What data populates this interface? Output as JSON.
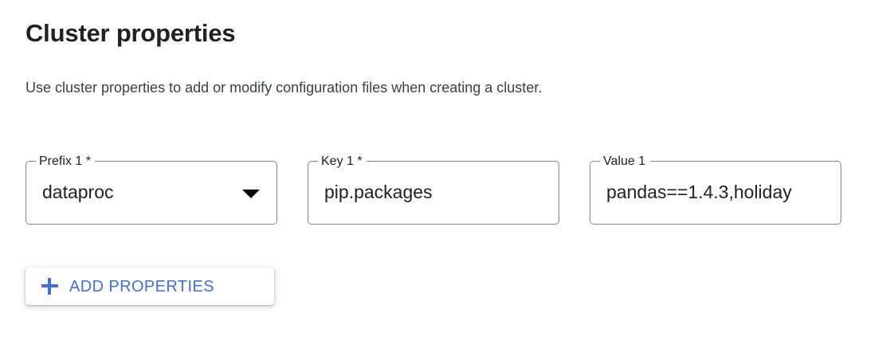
{
  "page": {
    "title": "Cluster properties",
    "description": "Use cluster properties to add or modify configuration files when creating a cluster.",
    "background_color": "#ffffff",
    "text_color": "#202124",
    "accent_color": "#3f6fdc",
    "field_border_color": "#80868b"
  },
  "fields": [
    {
      "name": "prefix-1",
      "label": "Prefix 1 *",
      "value": "dataproc",
      "control": "select",
      "icon": "dropdown-arrow-icon",
      "required": true
    },
    {
      "name": "key-1",
      "label": "Key 1 *",
      "value": "pip.packages",
      "control": "text",
      "required": true
    },
    {
      "name": "value-1",
      "label": "Value 1",
      "value": "pandas==1.4.3,holiday",
      "control": "text",
      "required": false
    }
  ],
  "actions": {
    "add_properties": {
      "label": "ADD PROPERTIES",
      "icon": "plus-icon"
    }
  }
}
